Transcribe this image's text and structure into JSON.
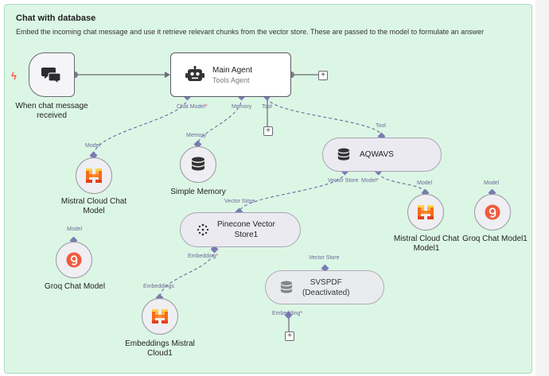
{
  "sticky": {
    "title": "Chat with database",
    "description": "Embed the incoming chat message and use it retrieve relevant chunks from the vector store. These are passed to the model to formulate an answer"
  },
  "nodes": {
    "trigger": {
      "label_line1": "When chat message",
      "label_line2": "received",
      "icon": "chat-bubbles-icon"
    },
    "main_agent": {
      "title": "Main Agent",
      "subtitle": "Tools Agent",
      "icon": "robot-icon"
    },
    "mistral_chat": {
      "label_line1": "Mistral Cloud Chat",
      "label_line2": "Model",
      "icon": "mistral-icon"
    },
    "simple_memory": {
      "label": "Simple Memory",
      "icon": "database-icon"
    },
    "aqwavs": {
      "title": "AQWAVS",
      "icon": "database-icon"
    },
    "mistral_chat1": {
      "label_line1": "Mistral Cloud Chat",
      "label_line2": "Model1",
      "icon": "mistral-icon"
    },
    "groq1": {
      "label": "Groq Chat Model1",
      "icon": "groq-icon"
    },
    "pinecone": {
      "title_line1": "Pinecone Vector",
      "title_line2": "Store1",
      "icon": "pinecone-icon"
    },
    "groq": {
      "label": "Groq Chat Model",
      "icon": "groq-icon"
    },
    "svspdf": {
      "title_line1": "SVSPDF",
      "title_line2": "(Deactivated)",
      "icon": "database-icon"
    },
    "embeddings": {
      "label_line1": "Embeddings Mistral",
      "label_line2": "Cloud1",
      "icon": "mistral-icon"
    }
  },
  "ports": {
    "chat_model": "Chat Model",
    "memory": "Memory",
    "tool": "Tool",
    "model": "Model",
    "vector_store": "Vector Store",
    "embedding": "Embedding",
    "embeddings": "Embeddings",
    "required_mark": "*"
  },
  "colors": {
    "sticky_bg": "#dcf6e5",
    "edge": "#6a6aa0",
    "mistral_orange": "#f26b1d",
    "groq_red": "#f05a3c",
    "trigger_bolt": "#ff5a3c"
  }
}
